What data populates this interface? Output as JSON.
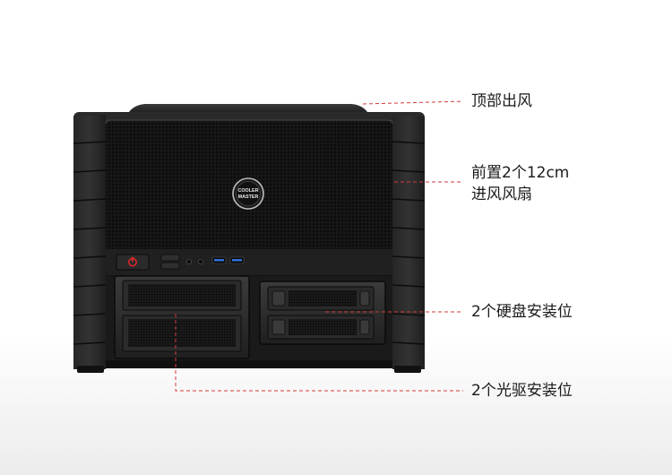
{
  "product": {
    "brand_logo_text": [
      "COOLER",
      "MASTER"
    ]
  },
  "callouts": [
    {
      "id": "top-exhaust",
      "text": "顶部出风"
    },
    {
      "id": "front-fans",
      "lines": [
        "前置2个12cm",
        "进风风扇"
      ]
    },
    {
      "id": "hdd-bays",
      "text": "2个硬盘安装位"
    },
    {
      "id": "odd-bays",
      "text": "2个光驱安装位"
    }
  ],
  "colors": {
    "leader_line": "#d63a3a",
    "case_body": "#1c1c1c",
    "power_led": "#d8282a",
    "usb_port": "#2f6fd6"
  }
}
